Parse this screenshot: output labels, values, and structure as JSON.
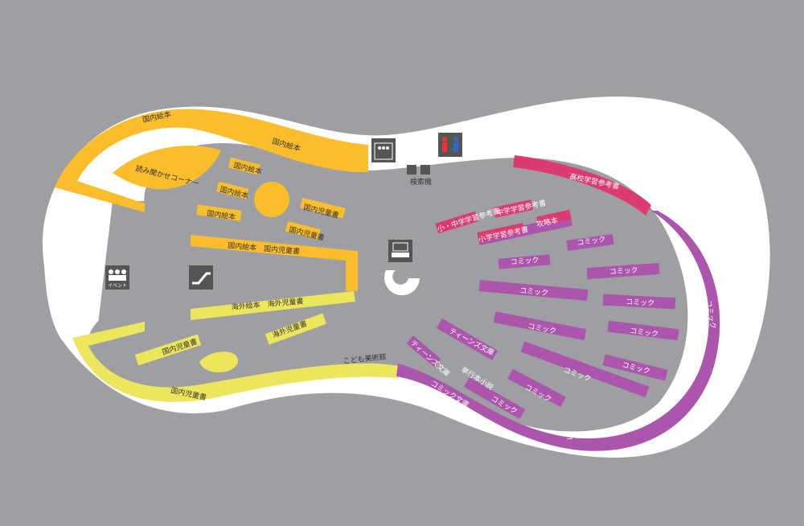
{
  "colors": {
    "background": "#9d9fa2",
    "floor": "#ffffff",
    "yellow": "#fbbd2b",
    "lime": "#ede65c",
    "purple": "#ac55ac",
    "magenta": "#dc3a72",
    "white_icon": "#ffffff"
  },
  "labels": {
    "picture_books_1": "国内絵本",
    "picture_books_2": "国内絵本",
    "storytelling_corner": "読み聞かせコーナー",
    "pb_shelf_a": "国内絵本",
    "pb_shelf_b": "国内絵本",
    "pb_shelf_c": "国内絵本",
    "children_books_a": "国内児童書",
    "children_books_b": "国内児童書",
    "pb_and_children_row": "国内絵本　国内児童書",
    "foreign_pb_row": "海外絵本　海外児童書",
    "foreign_children": "海外児童書",
    "children_books_c": "国内児童書",
    "children_books_wall": "国内児童書",
    "kids_art": "こども美術館",
    "search_terminals": "検索機",
    "high_school_ref": "高校学習参考書",
    "jr_high_ref": "中学学習参考書",
    "elem_jr_ref": "小・中学学習参考書",
    "elem_ref": "小学学習参考書",
    "strategy_guides": "攻略本",
    "teens_bunko": "ティーンズ文庫",
    "light_novels": "単行本小説",
    "comic_bunko_a": "コミック文庫",
    "comic_bunko_b": "コミック文庫",
    "comic_vertical": "コミック",
    "comic": "コミック",
    "event_icon_text": "イベント"
  },
  "icons": {
    "event": "event-icon",
    "escalator": "escalator-icon",
    "elevator": "elevator-icon",
    "restroom": "restroom-icon",
    "search_pc": "search-terminal-icon",
    "cashier": "cashier-icon"
  }
}
